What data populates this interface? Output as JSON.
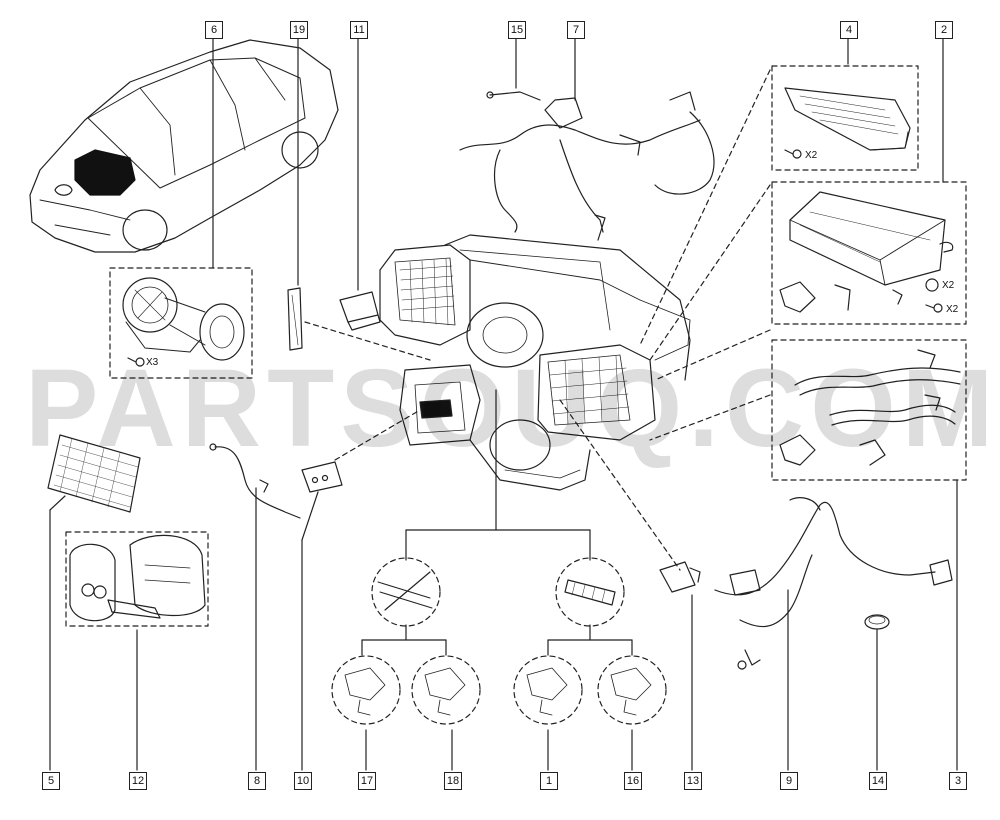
{
  "watermark": "PARTSOUQ.COM",
  "callouts": [
    "6",
    "19",
    "11",
    "15",
    "7",
    "4",
    "2",
    "5",
    "12",
    "8",
    "10",
    "17",
    "18",
    "1",
    "16",
    "13",
    "9",
    "14",
    "3"
  ],
  "quantities": {
    "blower_screw": "X3",
    "filter_screw": "X2",
    "heater_ring": "X2",
    "heater_screw": "X2"
  },
  "colors": {
    "line": "#222222",
    "watermark": "#c8c8c8",
    "paper": "#ffffff"
  }
}
